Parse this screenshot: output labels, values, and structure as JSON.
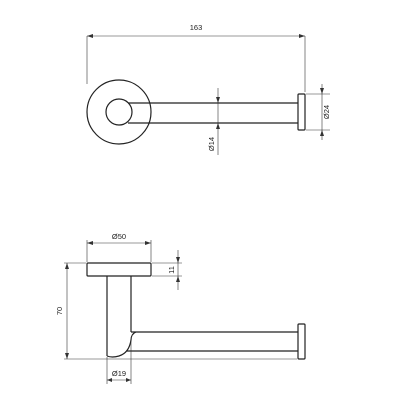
{
  "dimensions": {
    "overall_length": "163",
    "end_cap_diameter": "Ø24",
    "rod_diameter": "Ø14",
    "rosette_diameter": "Ø50",
    "rosette_thickness": "11",
    "overall_height": "70",
    "post_diameter": "Ø19"
  }
}
